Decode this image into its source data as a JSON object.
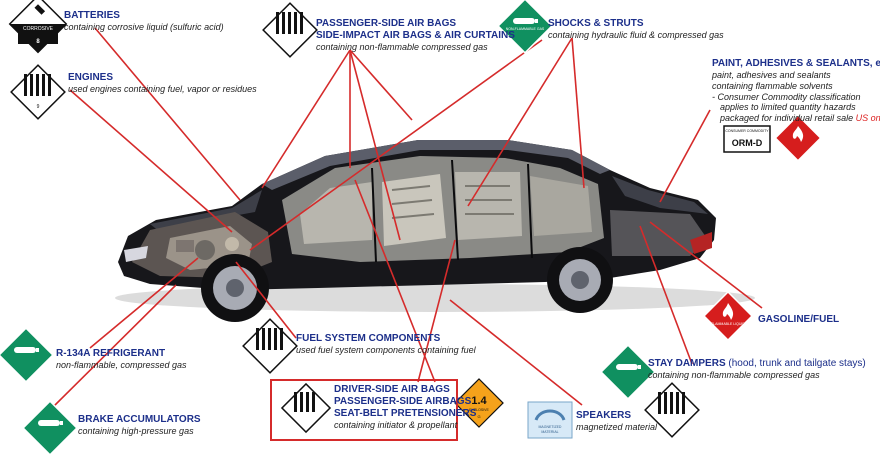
{
  "callouts": {
    "batteries": {
      "title": "BATTERIES",
      "desc": "containing corrosive liquid (sulfuric acid)"
    },
    "airbags_passenger": {
      "title_1": "PASSENGER-SIDE AIR BAGS",
      "title_2": "SIDE-IMPACT AIR BAGS & AIR CURTAINS",
      "desc": "containing non-flammable compressed gas"
    },
    "shocks": {
      "title": "SHOCKS & STRUTS",
      "desc": "containing hydraulic fluid & compressed gas"
    },
    "engines": {
      "title": "ENGINES",
      "desc": "used engines containing fuel, vapor or residues"
    },
    "paint": {
      "title": "PAINT, ADHESIVES & SEALANTS, etc.",
      "desc_1": "paint, adhesives and sealants",
      "desc_2": "containing flammable solvents",
      "desc_3": "- Consumer Commodity classification",
      "desc_4": "applies to limited quantity hazards",
      "desc_5": "packaged for individual retail sale",
      "desc_5_highlight": "US only"
    },
    "gasoline": {
      "title": "GASOLINE/FUEL"
    },
    "refrigerant": {
      "title": "R-134A REFRIGERANT",
      "desc": "non-flammable, compressed gas"
    },
    "fuel_system": {
      "title": "FUEL SYSTEM COMPONENTS",
      "desc": "used fuel system components containing fuel"
    },
    "stay_dampers": {
      "title": "STAY DAMPERS",
      "title_suffix": "(hood, trunk and tailgate stays)",
      "desc": "containing non-flammable compressed gas"
    },
    "driver_airbags": {
      "title_1": "DRIVER-SIDE AIR BAGS",
      "title_2": "PASSENGER-SIDE AIRBAGS",
      "title_3": "SEAT-BELT PRETENSIONERS",
      "desc": "containing initiator & propellant"
    },
    "speakers": {
      "title": "SPEAKERS",
      "desc": "magnetized material"
    },
    "brake": {
      "title": "BRAKE ACCUMULATORS",
      "desc": "containing high-pressure gas"
    }
  },
  "placards": {
    "corrosive": "CORROSIVE",
    "nonflammable_gas": "NON-FLAMMABLE GAS",
    "flammable_liquid": "FLAMMABLE LIQUID",
    "explosive_number": "1.4",
    "explosive_text": "EXPLOSIVE",
    "explosive_group": "G",
    "class_9": "9",
    "class_2": "2",
    "class_8": "8",
    "class_3": "3",
    "orm_header": "CONSUMER COMMODITY",
    "orm_label": "ORM-D",
    "magnet_label_1": "MAGNETIZED",
    "magnet_label_2": "MATERIAL"
  },
  "colors": {
    "title": "#1c2f8a",
    "leader": "#d52b2b",
    "gas_green": "#109060",
    "flammable_red": "#d61d1d",
    "explosive_orange": "#f5a21b"
  }
}
